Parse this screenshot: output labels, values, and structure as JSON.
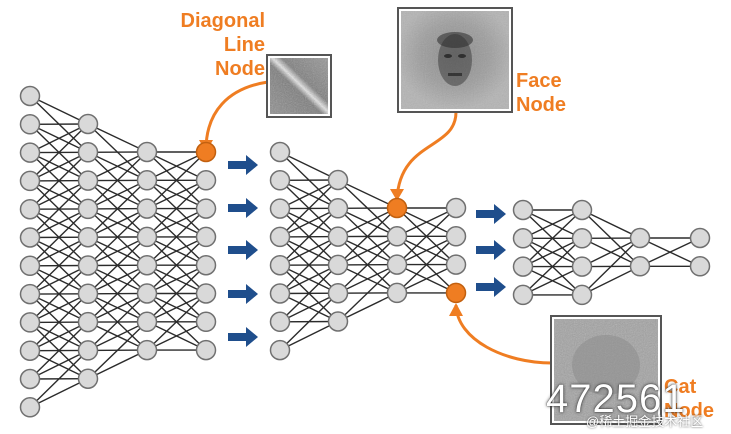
{
  "labels": {
    "diagonal_line_node": [
      "Diagonal",
      "Line",
      "Node"
    ],
    "face_node": [
      "Face",
      "Node"
    ],
    "cat_node": [
      "Cat",
      "Node"
    ]
  },
  "watermark": {
    "number": "472561",
    "credit": "@稀土掘金技术社区"
  },
  "colors": {
    "node_fill": "#d9d9d9",
    "node_stroke": "#707070",
    "highlight_node": "#ef7d22",
    "label_orange": "#ef7d22",
    "arrow_blue": "#1f4e8c",
    "edge": "#2b2b2b"
  }
}
